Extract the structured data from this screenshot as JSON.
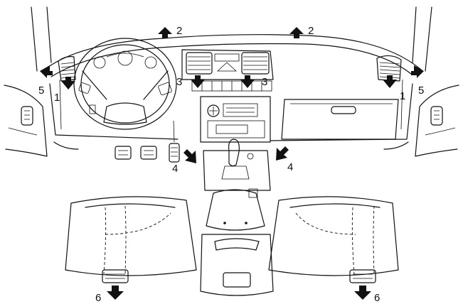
{
  "diagram": {
    "labels": {
      "l1a": "1",
      "l1b": "1",
      "l2a": "2",
      "l2b": "2",
      "l3a": "3",
      "l3b": "3",
      "l4a": "4",
      "l4b": "4",
      "l5a": "5",
      "l5b": "5",
      "l6a": "6",
      "l6b": "6"
    }
  }
}
